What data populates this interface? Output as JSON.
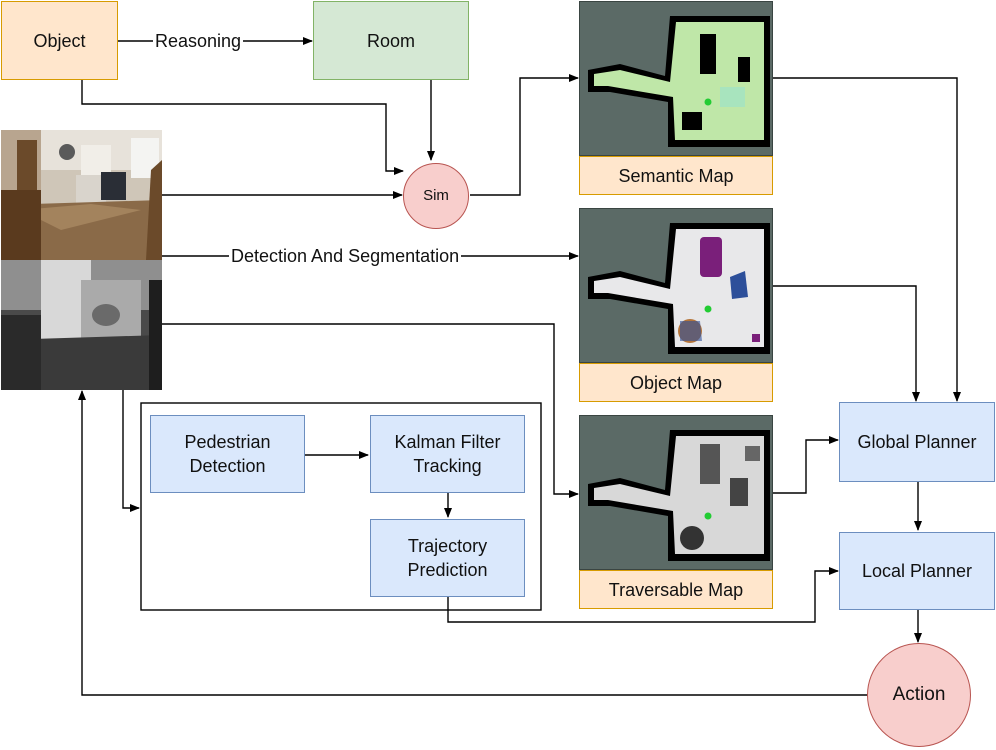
{
  "nodes": {
    "object": "Object",
    "room": "Room",
    "sim": "Sim",
    "semantic_map": "Semantic Map",
    "object_map": "Object Map",
    "traversable_map": "Traversable Map",
    "pedestrian_detection": "Pedestrian Detection",
    "kalman_filter_tracking": "Kalman Filter Tracking",
    "trajectory_prediction": "Trajectory Prediction",
    "global_planner": "Global Planner",
    "local_planner": "Local Planner",
    "action": "Action"
  },
  "edges": {
    "reasoning": "Reasoning",
    "detection_segmentation": "Detection And Segmentation"
  },
  "images": {
    "rgb": "rgb-observation-image",
    "depth": "depth-observation-image",
    "semantic": "semantic-map-image",
    "object": "object-map-image",
    "traversable": "traversable-map-image"
  },
  "colors": {
    "orange_fill": "#ffe6cc",
    "green_fill": "#d5e8d4",
    "blue_fill": "#dae8fc",
    "red_fill": "#f8cecc"
  }
}
